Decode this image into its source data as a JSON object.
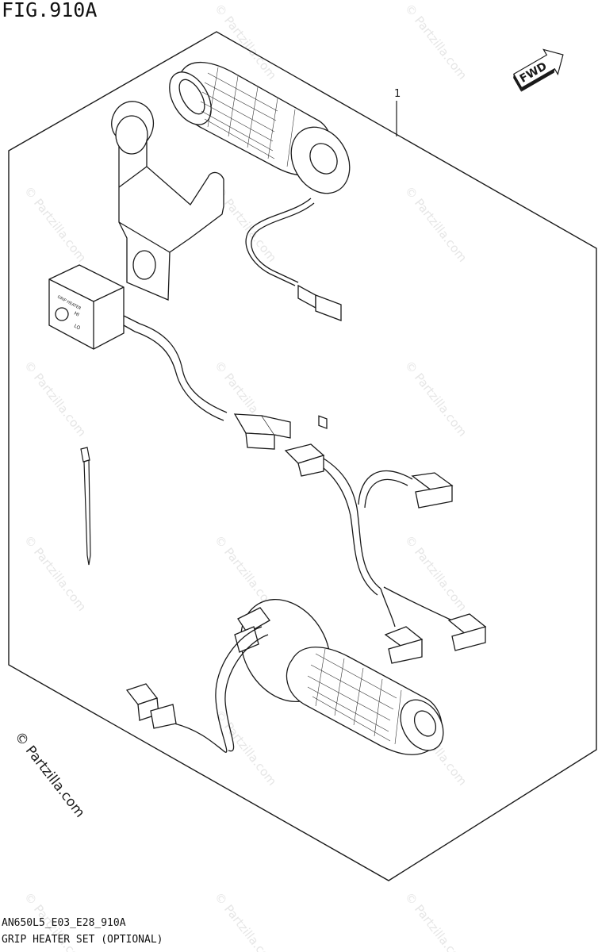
{
  "figure": {
    "title": "FIG.910A",
    "code": "AN650L5_E03_E28_910A",
    "caption": "GRIP HEATER SET (OPTIONAL)"
  },
  "callouts": [
    {
      "number": "1"
    }
  ],
  "direction_badge": {
    "label": "FWD"
  },
  "switch_labels": {
    "name": "GRIP HEATER",
    "hi": "HI",
    "lo": "LO"
  },
  "watermark": {
    "text": "© Partzilla.com",
    "main_text": "© Partzilla.com"
  },
  "colors": {
    "line": "#1a1a1a",
    "watermark": "#e6e6e6",
    "background": "#ffffff"
  }
}
